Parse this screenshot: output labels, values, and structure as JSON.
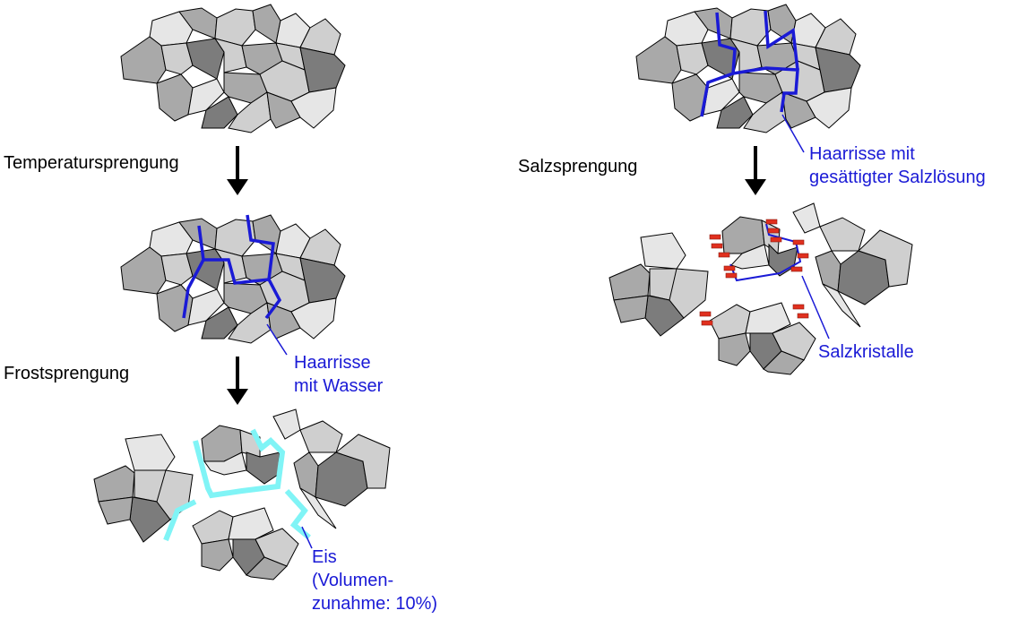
{
  "colors": {
    "dark": "#7c7c7c",
    "mid": "#a9a9a9",
    "light": "#cfcfcf",
    "pale": "#e6e6e6",
    "stroke": "#000000",
    "crack_water": "#1a1ad6",
    "ice": "#80f4f6",
    "salt_crystal": "#e0301e",
    "annotation_text": "#1a1ad6"
  },
  "labels": {
    "temperatursprengung": "Temperatursprengung",
    "frostsprengung": "Frostsprengung",
    "salzsprengung": "Salzsprengung",
    "haarrisse_wasser_1": "Haarrisse",
    "haarrisse_wasser_2": "mit Wasser",
    "eis_1": "Eis",
    "eis_2": "(Volumen-",
    "eis_3": "zunahme: 10%)",
    "haarrisse_salz_1": "Haarrisse mit",
    "haarrisse_salz_2": "gesättigter Salzlösung",
    "salzkristalle": "Salzkristalle"
  },
  "icons": [
    "down-arrow-icon"
  ]
}
